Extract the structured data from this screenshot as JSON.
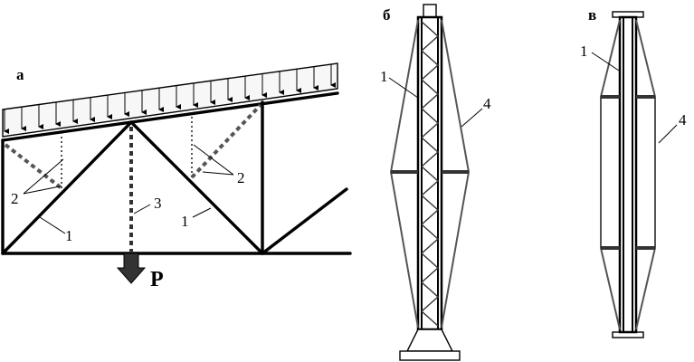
{
  "panels": {
    "a": {
      "label": "а",
      "force_label": "P",
      "callouts": {
        "chord": "1",
        "ties": "2",
        "hanger": "3",
        "diagonal": "1"
      }
    },
    "b": {
      "label": "б",
      "callouts": {
        "column": "1",
        "stays": "4"
      }
    },
    "c": {
      "label": "в",
      "callouts": {
        "column": "1",
        "stays": "4"
      }
    }
  },
  "colors": {
    "line": "#000000",
    "stay": "#555555",
    "lattice": "#333333"
  }
}
